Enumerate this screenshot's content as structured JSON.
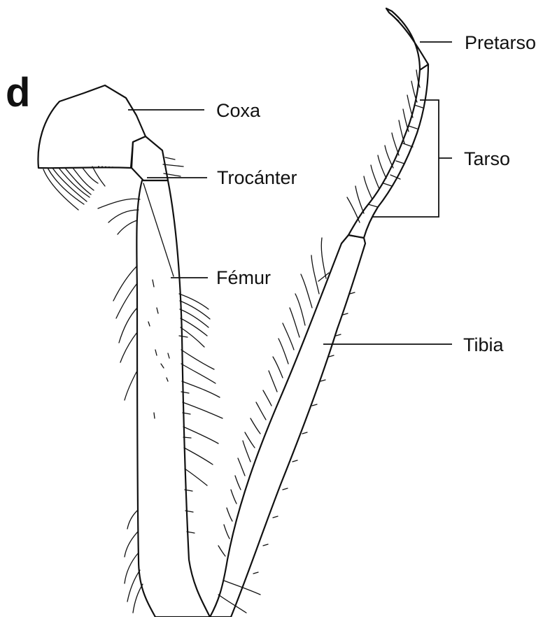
{
  "panel_letter": "d",
  "labels": {
    "pretarso": "Pretarso",
    "coxa": "Coxa",
    "tarso": "Tarso",
    "trocanter": "Trocánter",
    "femur": "Fémur",
    "tibia": "Tibia"
  }
}
